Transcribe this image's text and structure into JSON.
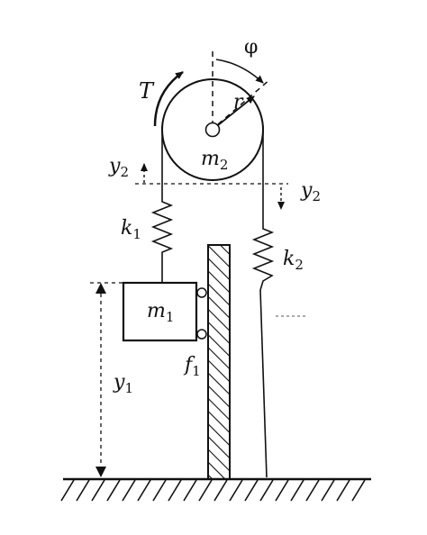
{
  "labels": {
    "phi": "φ",
    "r": "r",
    "T": "T",
    "m2_base": "m",
    "m2_sub": "2",
    "y2_left_base": "y",
    "y2_left_sub": "2",
    "y2_right_base": "y",
    "y2_right_sub": "2",
    "k1_base": "k",
    "k1_sub": "1",
    "k2_base": "k",
    "k2_sub": "2",
    "m1_base": "m",
    "m1_sub": "1",
    "f1_base": "f",
    "f1_sub": "1",
    "y1_base": "y",
    "y1_sub": "1"
  }
}
